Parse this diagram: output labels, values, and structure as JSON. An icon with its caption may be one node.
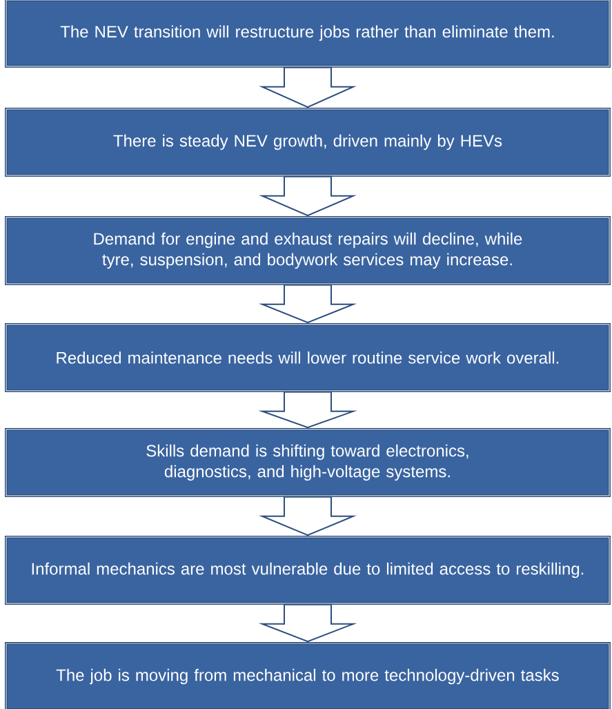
{
  "diagram": {
    "nodes": [
      {
        "text": [
          "The NEV transition will restructure jobs rather than eliminate them."
        ]
      },
      {
        "text": [
          "There is steady NEV growth, driven mainly by HEVs"
        ]
      },
      {
        "text": [
          "Demand for engine and exhaust repairs will decline, while tyre, suspension, and bodywork services may increase."
        ]
      },
      {
        "text": [
          "Reduced maintenance needs will lower routine service work overall."
        ]
      },
      {
        "text": [
          "Skills demand is shifting toward electronics, diagnostics, and high-voltage systems."
        ]
      },
      {
        "text": [
          "Informal mechanics are most vulnerable due to limited access to reskilling."
        ]
      },
      {
        "text": [
          "The job is moving from mechanical to more technology-driven tasks"
        ]
      }
    ],
    "edges": [
      {
        "from": 0,
        "to": 1,
        "arrow": "to"
      },
      {
        "from": 1,
        "to": 2,
        "arrow": "to"
      },
      {
        "from": 2,
        "to": 3,
        "arrow": "to"
      },
      {
        "from": 3,
        "to": 4,
        "arrow": "to"
      },
      {
        "from": 4,
        "to": 5,
        "arrow": "to"
      },
      {
        "from": 5,
        "to": 6,
        "arrow": "to"
      }
    ]
  }
}
